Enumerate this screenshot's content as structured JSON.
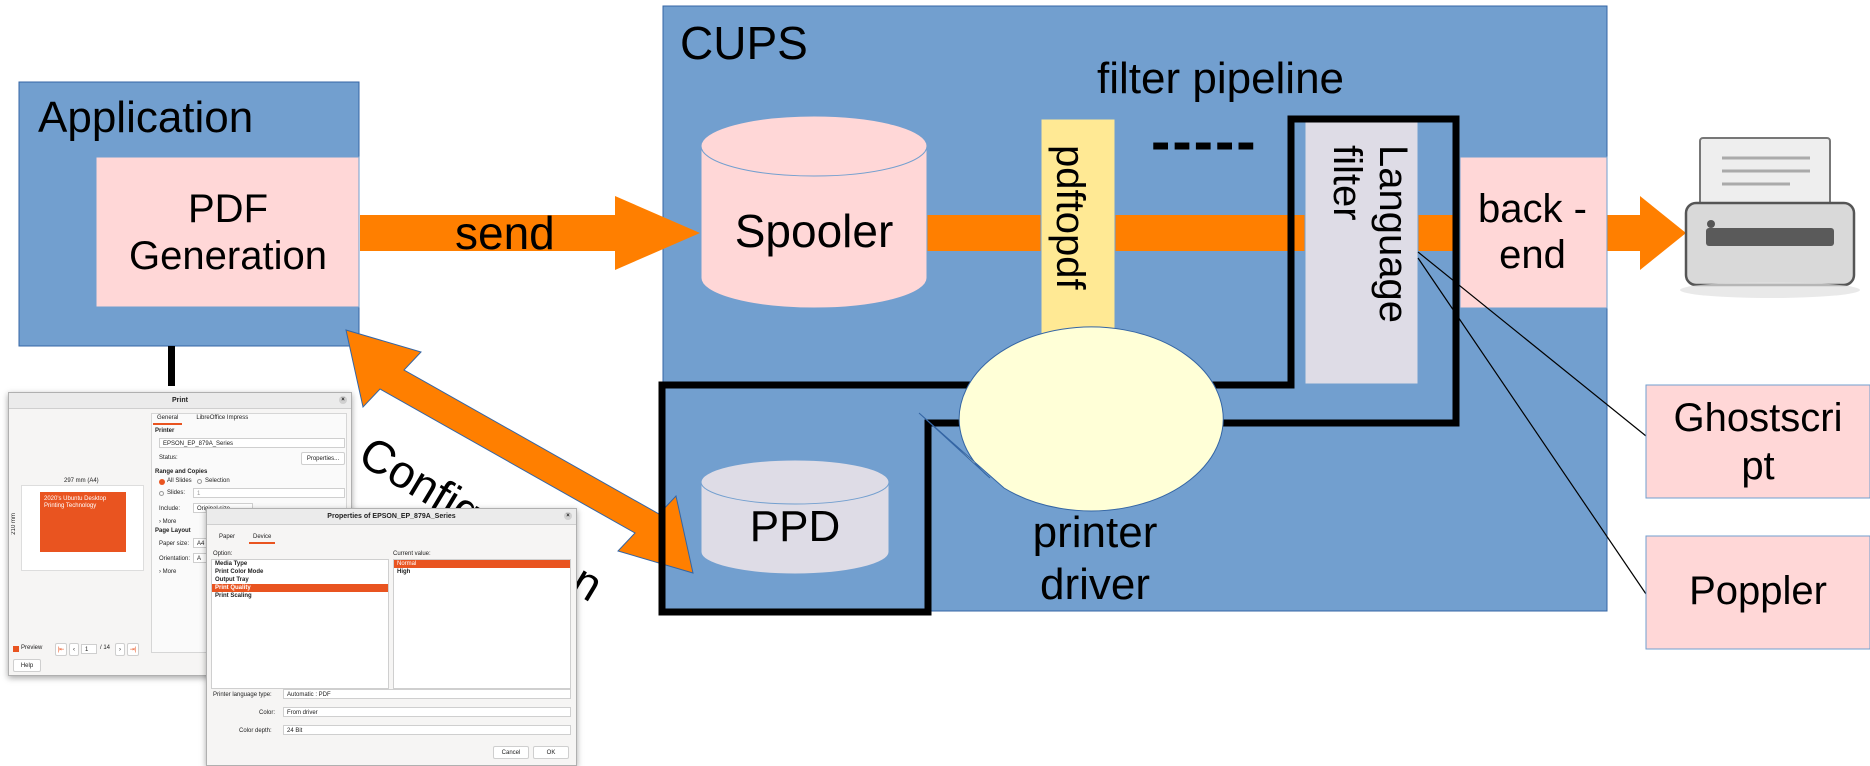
{
  "diagram": {
    "cups_label": "CUPS",
    "filter_pipeline_label": "filter pipeline",
    "application_label": "Application",
    "pdf_generation_label": "PDF Generation",
    "send_label": "send",
    "configuration_label": "Configuration",
    "spooler_label": "Spooler",
    "pdftopdf_label": "pdftopdf",
    "dashes_label": "-----",
    "language_filter_label": "Language filter",
    "backend_label": "back -end",
    "ppd_label": "PPD",
    "printer_driver_label": "printer driver",
    "ghostscript_label": "Ghostscri pt",
    "poppler_label": "Poppler",
    "colors": {
      "box_blue": "#729fcf",
      "box_pink": "#ffd7d7",
      "arrow_orange": "#ff7f00",
      "filter_yellow": "#ffe994",
      "filter_gray": "#dedce6",
      "callout_yellow": "#ffffd7"
    }
  },
  "print_dialog": {
    "title": "Print",
    "tabs": [
      "General",
      "LibreOffice Impress"
    ],
    "printer_section": "Printer",
    "printer_value": "EPSON_EP_879A_Series",
    "status_label": "Status:",
    "properties_button": "Properties...",
    "range_section": "Range and Copies",
    "all_slides": "All Slides",
    "selection": "Selection",
    "slides_label": "Slides:",
    "slides_value": "1",
    "include_label": "Include:",
    "include_value": "Original size",
    "more_1": "› More",
    "page_layout_section": "Page Layout",
    "paper_size_label": "Paper size:",
    "paper_size_value": "A4",
    "orientation_label": "Orientation:",
    "orientation_value": "A",
    "more_2": "› More",
    "preview_size_top": "297 mm (A4)",
    "preview_size_side": "210 mm",
    "preview_slide_title": "2020's Ubuntu Desktop Printing Technology",
    "preview_checkbox": "Preview",
    "page_value": "1",
    "page_total": "/ 14",
    "help_button": "Help"
  },
  "properties_dialog": {
    "title": "Properties of EPSON_EP_879A_Series",
    "tabs": [
      "Paper",
      "Device"
    ],
    "option_header": "Option:",
    "current_value_header": "Current value:",
    "options": [
      "Media Type",
      "Print Color Mode",
      "Output Tray",
      "Print Quality",
      "Print Scaling"
    ],
    "selected_option": "Print Quality",
    "values": [
      "Normal",
      "High"
    ],
    "selected_value": "Normal",
    "language_type_label": "Printer language type:",
    "language_type_value": "Automatic : PDF",
    "color_label": "Color:",
    "color_value": "From driver",
    "depth_label": "Color depth:",
    "depth_value": "24 Bit",
    "cancel_button": "Cancel",
    "ok_button": "OK"
  }
}
